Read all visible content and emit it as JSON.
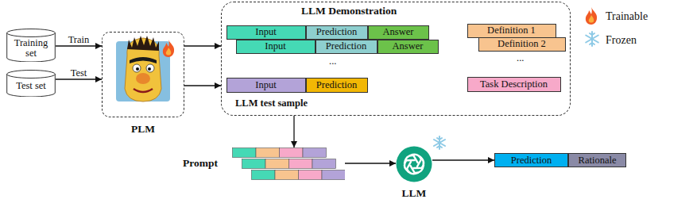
{
  "diagram": {
    "nodes": [
      {
        "text": [
          "Training set"
        ]
      },
      {
        "text": [
          "Test set"
        ]
      },
      {
        "text": [
          "PLM"
        ]
      },
      {
        "text": [
          "LLM Demonstration"
        ]
      },
      {
        "text": [
          "Input"
        ],
        "in": 3
      },
      {
        "text": [
          "Prediction"
        ],
        "in": 3
      },
      {
        "text": [
          "Answer"
        ],
        "in": 3
      },
      {
        "text": [
          "Input"
        ],
        "in": 3
      },
      {
        "text": [
          "Prediction"
        ],
        "in": 3
      },
      {
        "text": [
          "Answer"
        ],
        "in": 3
      },
      {
        "text": [
          "Definition 1"
        ],
        "in": 3
      },
      {
        "text": [
          "Definition 2"
        ],
        "in": 3
      },
      {
        "text": [
          "Input"
        ],
        "in": 3
      },
      {
        "text": [
          "Prediction"
        ],
        "in": 3
      },
      {
        "text": [
          "Task Description"
        ],
        "in": 3
      },
      {
        "text": [
          "Prompt"
        ]
      },
      {
        "text": [
          "LLM"
        ]
      },
      {
        "text": [
          "Prediction"
        ]
      },
      {
        "text": [
          "Rationale"
        ]
      }
    ],
    "edges": [
      {
        "from": 0,
        "to": 2,
        "label": "Train",
        "arrow": "to"
      },
      {
        "from": 1,
        "to": 2,
        "label": "Test",
        "arrow": "to"
      },
      {
        "from": 2,
        "to": 3,
        "arrow": "to"
      },
      {
        "from": 2,
        "to": 3,
        "arrow": "to"
      },
      {
        "from": 3,
        "to": 15,
        "arrow": "to"
      },
      {
        "from": 15,
        "to": 16,
        "arrow": "to"
      },
      {
        "from": 16,
        "to": 17,
        "arrow": "to"
      }
    ],
    "labels": [
      "...",
      "...",
      "LLM test sample"
    ],
    "legend": [
      {
        "text": "Trainable"
      },
      {
        "text": "Frozen"
      }
    ]
  }
}
